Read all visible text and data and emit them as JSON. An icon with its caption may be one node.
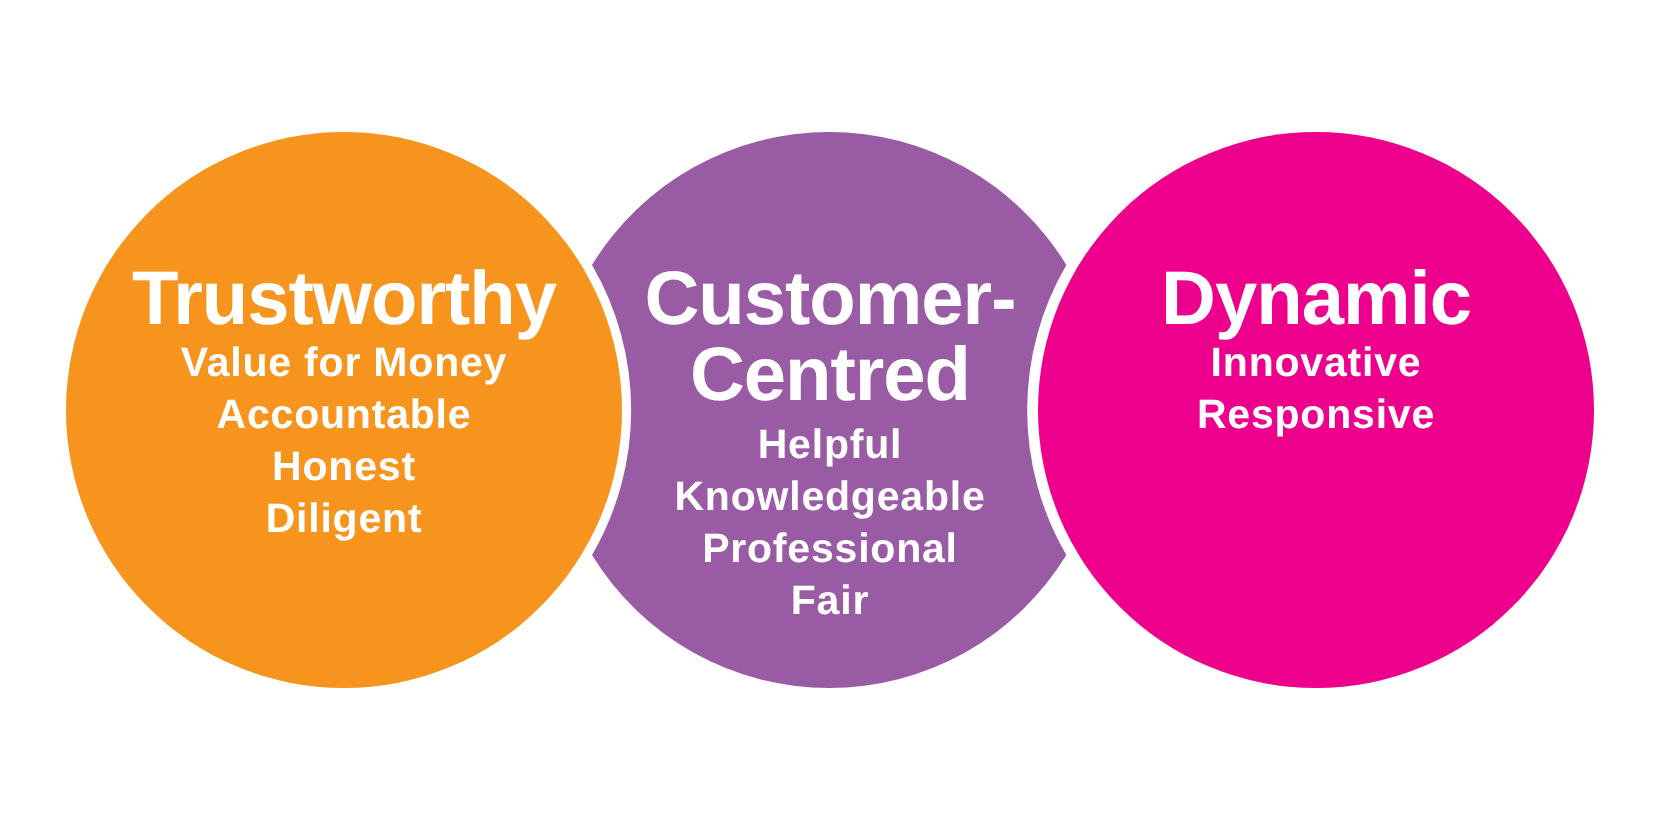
{
  "diagram": {
    "nodes": [
      {
        "text": [
          "Trustworthy",
          "Value for Money",
          "Accountable",
          "Honest",
          "Diligent"
        ]
      },
      {
        "text": [
          "Customer-Centred",
          "Helpful",
          "Knowledgeable",
          "Professional",
          "Fair"
        ]
      },
      {
        "text": [
          "Dynamic",
          "Innovative",
          "Responsive"
        ]
      }
    ]
  }
}
